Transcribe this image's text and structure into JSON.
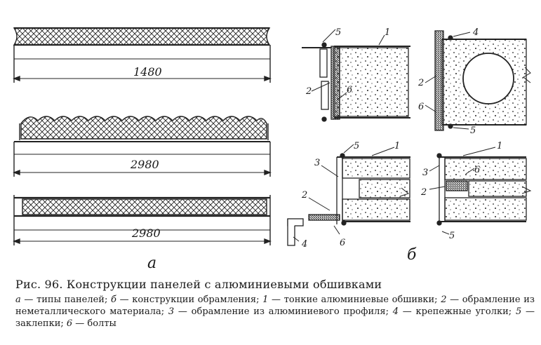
{
  "figure": {
    "panel_a_dims": [
      "1480",
      "2980",
      "2980"
    ],
    "panel_a_letter": "а",
    "panel_b_letter": "б",
    "callouts": [
      "1",
      "2",
      "3",
      "4",
      "5",
      "6"
    ]
  },
  "caption": {
    "title": "Рис. 96. Конструкции панелей с алюминиевыми обшивками",
    "legend": [
      {
        "key": "а",
        "text": " — типы панелей; "
      },
      {
        "key": "б",
        "text": " — конструкции обрамления; "
      },
      {
        "key": "1",
        "text": " — тонкие алюминиевые обшивки; "
      },
      {
        "key": "2",
        "text": " — обрамление из неметаллического материала; "
      },
      {
        "key": "3",
        "text": " — обрамление из алюминиевого профиля; "
      },
      {
        "key": "4",
        "text": " — крепежные уголки; "
      },
      {
        "key": "5",
        "text": " — заклепки; "
      },
      {
        "key": "6",
        "text": " — болты"
      }
    ]
  }
}
